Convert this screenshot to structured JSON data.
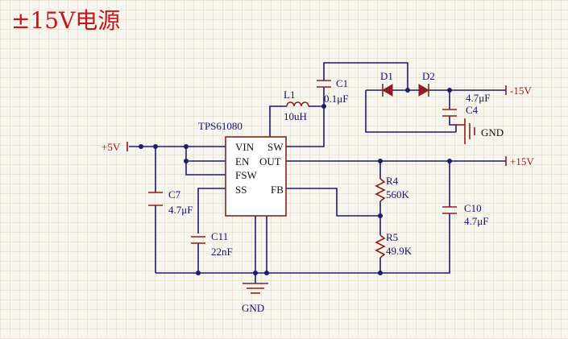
{
  "title": "±15V电源",
  "ic": {
    "name": "TPS61080",
    "pins": {
      "vin": "VIN",
      "sw": "SW",
      "en": "EN",
      "out": "OUT",
      "fsw": "FSW",
      "ss": "SS",
      "fb": "FB"
    }
  },
  "nets": {
    "plus5v": "+5V",
    "minus15v": "-15V",
    "plus15v": "+15V",
    "gnd_bottom": "GND",
    "gnd_right": "GND"
  },
  "components": {
    "l1": {
      "ref": "L1",
      "value": "10uH"
    },
    "c1": {
      "ref": "C1",
      "value": "0.1μF"
    },
    "d1": {
      "ref": "D1"
    },
    "d2": {
      "ref": "D2"
    },
    "c4": {
      "ref": "C4",
      "value": "4.7μF"
    },
    "c7": {
      "ref": "C7",
      "value": "4.7μF"
    },
    "c11": {
      "ref": "C11",
      "value": "22nF"
    },
    "r4": {
      "ref": "R4",
      "value": "560K"
    },
    "r5": {
      "ref": "R5",
      "value": "49.9K"
    },
    "c10": {
      "ref": "C10",
      "value": "4.7μF"
    }
  }
}
